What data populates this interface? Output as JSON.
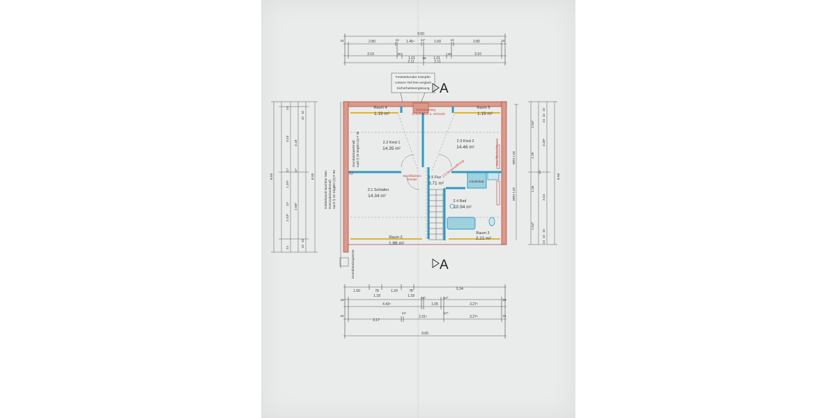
{
  "dimensions": {
    "top_total": "9.60",
    "top_row1": [
      "24",
      "2.80",
      "10",
      "1.45⁵",
      "11⁵",
      "1.60",
      "10",
      "2.80",
      "24"
    ],
    "top_row2": [
      "3.10",
      "30",
      "1.01",
      "88",
      "1.01",
      "30",
      "3.10"
    ],
    "top_row3": [
      "2.11",
      "2.11"
    ],
    "bottom_row1": [
      "1.50",
      "78",
      "1.20",
      "78",
      "5.34"
    ],
    "bottom_row2": [
      "1.18",
      "1.18"
    ],
    "bottom_row3": [
      "24",
      "4.43⁵",
      "11⁵",
      "1.05",
      "12⁵",
      "3.27⁵",
      "24"
    ],
    "bottom_row4": [
      "24",
      "3.17",
      "11⁵",
      "2.31⁵",
      "12⁵",
      "3.27⁵",
      "24"
    ],
    "bottom_total": "9.60",
    "left_outer": "8.50",
    "left_inner": "8.00",
    "left_col": [
      "3.43",
      "3.18",
      "1.34⁵",
      "11⁵",
      "2.56⁵",
      "2.43⁵"
    ],
    "left_small": [
      "10",
      "42",
      "24",
      "10",
      "42",
      "24",
      "11⁵",
      "11⁵"
    ],
    "right_outer": "8.50",
    "right_col": [
      "2.54⁵",
      "3.30⁵",
      "1.29",
      "1.26",
      "11⁵",
      "3.44",
      "2.54⁵"
    ],
    "right_small": [
      "10",
      "42",
      "24",
      "10",
      "42",
      "24"
    ],
    "right_brh": [
      "BRH 1.00",
      "BRH 1.00"
    ]
  },
  "notes": {
    "kaempfer": [
      "Feststehender Kämpfer",
      "Unterer Teil fest verglast",
      "Sicherheitsverglasung"
    ],
    "section_mark": "A",
    "left_wall": [
      "Giebelwand Nachbar Neu",
      "Grenzabstandsmaß",
      "nach § 26 SbgBO (2) F 90"
    ],
    "left_wall_inner": [
      "Grundabstandsmaß",
      "nach § 26 SbgBO (2) F 90"
    ],
    "bottom_wall": "Grundstücksgrenze",
    "red_top": [
      "Dachausstieg",
      "Schornstein u. Schrank"
    ],
    "red_mid": "2.5 Deckenöffnung",
    "red_left": [
      "Dachflächen-",
      "fenster"
    ],
    "red_right": "Dachflächenfenster",
    "kinderbad": "Kinderbad"
  },
  "rooms": [
    {
      "name": "Raum 4",
      "area": "1.19 m²"
    },
    {
      "name": "Raum 5",
      "area": "1.19 m²"
    },
    {
      "name": "2.2 Kind 1",
      "area": "14.35 m²"
    },
    {
      "name": "2.3 Kind 2",
      "area": "14.46 m²"
    },
    {
      "name": "2.5 Flur",
      "area": "3.71 m²"
    },
    {
      "name": "2.1 Schlafen",
      "area": "14.34 m²"
    },
    {
      "name": "2.4 Bad",
      "area": "10.94 m²"
    },
    {
      "name": "Raum 2",
      "area": "1.86 m²"
    },
    {
      "name": "Raum 3",
      "area": "2.21 m²"
    }
  ],
  "colors": {
    "wall_fill": "#d99a8a",
    "wall_line": "#b0413c",
    "blue": "#2f9bbf",
    "yellow": "#e2b331",
    "sheet": "#e9eceb"
  }
}
